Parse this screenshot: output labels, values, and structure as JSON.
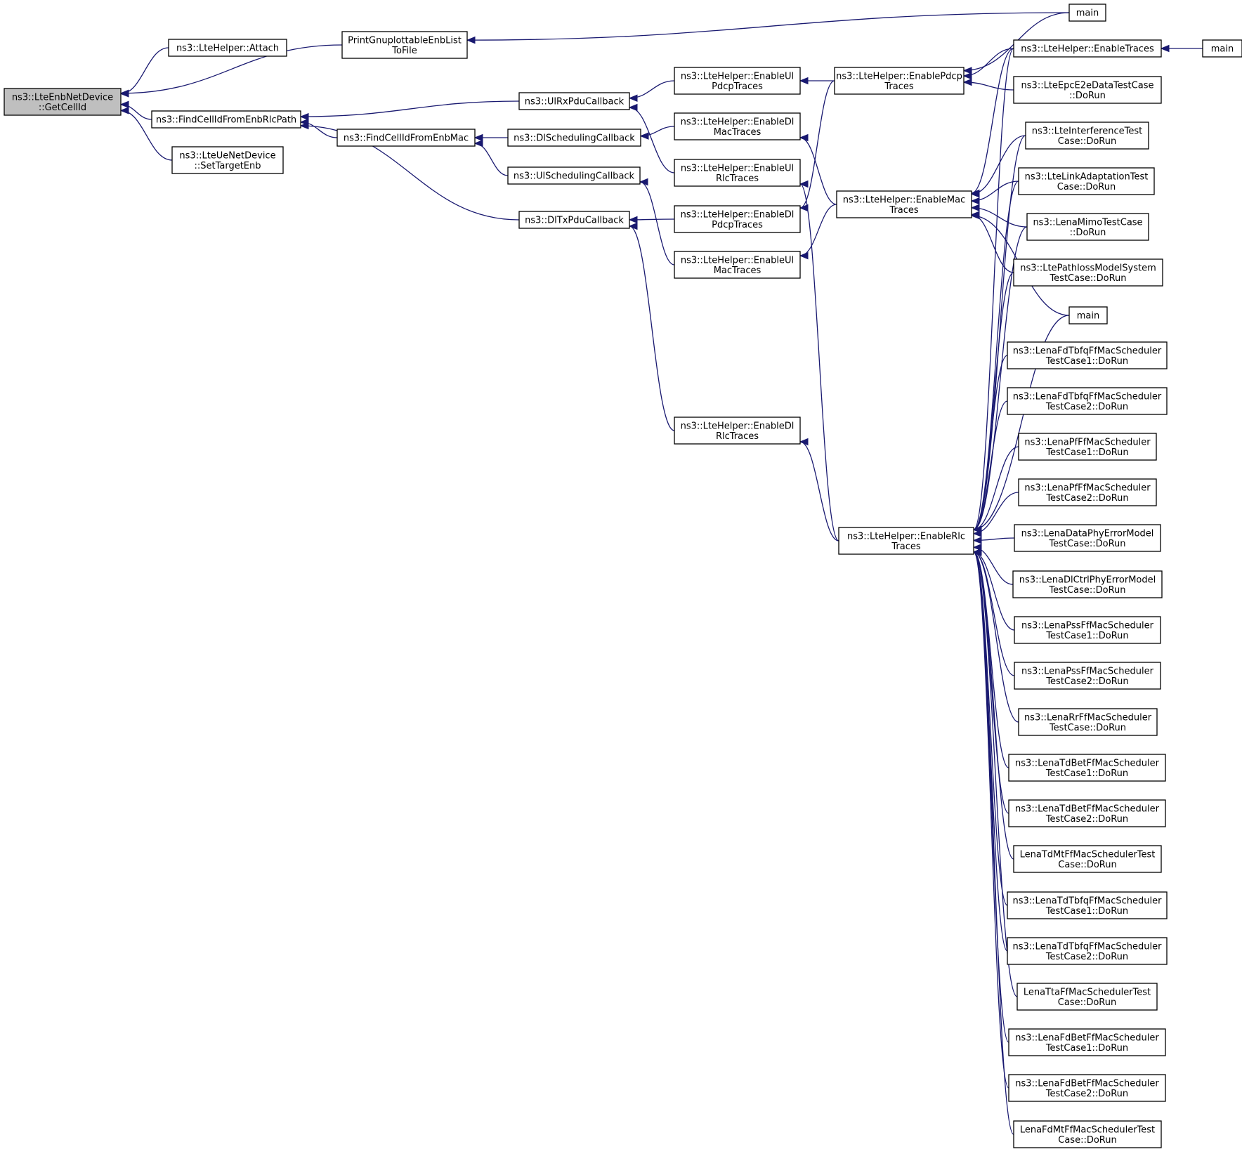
{
  "colors": {
    "edge": "#191970",
    "root_fill": "#bfbfbf",
    "node_fill": "#ffffff",
    "border": "#000000"
  },
  "nodes": [
    {
      "id": "getcellid",
      "lines": [
        "ns3::LteEnbNetDevice",
        "::GetCellId"
      ],
      "root": true
    },
    {
      "id": "attach",
      "lines": [
        "ns3::LteHelper::Attach"
      ]
    },
    {
      "id": "printgnu",
      "lines": [
        "PrintGnuplottableEnbList",
        "ToFile"
      ]
    },
    {
      "id": "findrlc",
      "lines": [
        "ns3::FindCellIdFromEnbRlcPath"
      ]
    },
    {
      "id": "settarget",
      "lines": [
        "ns3::LteUeNetDevice",
        "::SetTargetEnb"
      ]
    },
    {
      "id": "findmac",
      "lines": [
        "ns3::FindCellIdFromEnbMac"
      ]
    },
    {
      "id": "ulrx",
      "lines": [
        "ns3::UlRxPduCallback"
      ]
    },
    {
      "id": "dlsched",
      "lines": [
        "ns3::DlSchedulingCallback"
      ]
    },
    {
      "id": "ulsched",
      "lines": [
        "ns3::UlSchedulingCallback"
      ]
    },
    {
      "id": "dltx",
      "lines": [
        "ns3::DlTxPduCallback"
      ]
    },
    {
      "id": "enulpdcp",
      "lines": [
        "ns3::LteHelper::EnableUl",
        "PdcpTraces"
      ]
    },
    {
      "id": "endlmac",
      "lines": [
        "ns3::LteHelper::EnableDl",
        "MacTraces"
      ]
    },
    {
      "id": "enulrlc",
      "lines": [
        "ns3::LteHelper::EnableUl",
        "RlcTraces"
      ]
    },
    {
      "id": "endlpdcp",
      "lines": [
        "ns3::LteHelper::EnableDl",
        "PdcpTraces"
      ]
    },
    {
      "id": "enulmac",
      "lines": [
        "ns3::LteHelper::EnableUl",
        "MacTraces"
      ]
    },
    {
      "id": "endlrlc",
      "lines": [
        "ns3::LteHelper::EnableDl",
        "RlcTraces"
      ]
    },
    {
      "id": "enpdcp",
      "lines": [
        "ns3::LteHelper::EnablePdcp",
        "Traces"
      ]
    },
    {
      "id": "enmac",
      "lines": [
        "ns3::LteHelper::EnableMac",
        "Traces"
      ]
    },
    {
      "id": "enrlc",
      "lines": [
        "ns3::LteHelper::EnableRlc",
        "Traces"
      ]
    },
    {
      "id": "main1",
      "lines": [
        "main"
      ]
    },
    {
      "id": "entraces",
      "lines": [
        "ns3::LteHelper::EnableTraces"
      ]
    },
    {
      "id": "main2",
      "lines": [
        "main"
      ]
    },
    {
      "id": "epce2e",
      "lines": [
        "ns3::LteEpcE2eDataTestCase",
        "::DoRun"
      ]
    },
    {
      "id": "interf",
      "lines": [
        "ns3::LteInterferenceTest",
        "Case::DoRun"
      ]
    },
    {
      "id": "linkadapt",
      "lines": [
        "ns3::LteLinkAdaptationTest",
        "Case::DoRun"
      ]
    },
    {
      "id": "mimo",
      "lines": [
        "ns3::LenaMimoTestCase",
        "::DoRun"
      ]
    },
    {
      "id": "pathloss",
      "lines": [
        "ns3::LtePathlossModelSystem",
        "TestCase::DoRun"
      ]
    },
    {
      "id": "main3",
      "lines": [
        "main"
      ]
    },
    {
      "id": "fdtbfq1",
      "lines": [
        "ns3::LenaFdTbfqFfMacScheduler",
        "TestCase1::DoRun"
      ]
    },
    {
      "id": "fdtbfq2",
      "lines": [
        "ns3::LenaFdTbfqFfMacScheduler",
        "TestCase2::DoRun"
      ]
    },
    {
      "id": "pf1",
      "lines": [
        "ns3::LenaPfFfMacScheduler",
        "TestCase1::DoRun"
      ]
    },
    {
      "id": "pf2",
      "lines": [
        "ns3::LenaPfFfMacScheduler",
        "TestCase2::DoRun"
      ]
    },
    {
      "id": "dataphy",
      "lines": [
        "ns3::LenaDataPhyErrorModel",
        "TestCase::DoRun"
      ]
    },
    {
      "id": "dlctrl",
      "lines": [
        "ns3::LenaDlCtrlPhyErrorModel",
        "TestCase::DoRun"
      ]
    },
    {
      "id": "pss1",
      "lines": [
        "ns3::LenaPssFfMacScheduler",
        "TestCase1::DoRun"
      ]
    },
    {
      "id": "pss2",
      "lines": [
        "ns3::LenaPssFfMacScheduler",
        "TestCase2::DoRun"
      ]
    },
    {
      "id": "rr",
      "lines": [
        "ns3::LenaRrFfMacScheduler",
        "TestCase::DoRun"
      ]
    },
    {
      "id": "tdbet1",
      "lines": [
        "ns3::LenaTdBetFfMacScheduler",
        "TestCase1::DoRun"
      ]
    },
    {
      "id": "tdbet2",
      "lines": [
        "ns3::LenaTdBetFfMacScheduler",
        "TestCase2::DoRun"
      ]
    },
    {
      "id": "tdmt",
      "lines": [
        "LenaTdMtFfMacSchedulerTest",
        "Case::DoRun"
      ]
    },
    {
      "id": "tdtbfq1",
      "lines": [
        "ns3::LenaTdTbfqFfMacScheduler",
        "TestCase1::DoRun"
      ]
    },
    {
      "id": "tdtbfq2",
      "lines": [
        "ns3::LenaTdTbfqFfMacScheduler",
        "TestCase2::DoRun"
      ]
    },
    {
      "id": "tta",
      "lines": [
        "LenaTtaFfMacSchedulerTest",
        "Case::DoRun"
      ]
    },
    {
      "id": "fdbet1",
      "lines": [
        "ns3::LenaFdBetFfMacScheduler",
        "TestCase1::DoRun"
      ]
    },
    {
      "id": "fdbet2",
      "lines": [
        "ns3::LenaFdBetFfMacScheduler",
        "TestCase2::DoRun"
      ]
    },
    {
      "id": "fdmt",
      "lines": [
        "LenaFdMtFfMacSchedulerTest",
        "Case::DoRun"
      ]
    }
  ],
  "edges": [
    [
      "getcellid",
      "attach"
    ],
    [
      "getcellid",
      "printgnu"
    ],
    [
      "getcellid",
      "findrlc"
    ],
    [
      "getcellid",
      "settarget"
    ],
    [
      "printgnu",
      "main1"
    ],
    [
      "findrlc",
      "ulrx"
    ],
    [
      "findrlc",
      "findmac"
    ],
    [
      "findrlc",
      "dltx"
    ],
    [
      "findmac",
      "dlsched"
    ],
    [
      "findmac",
      "ulsched"
    ],
    [
      "ulrx",
      "enulpdcp"
    ],
    [
      "ulrx",
      "enulrlc"
    ],
    [
      "dlsched",
      "endlmac"
    ],
    [
      "ulsched",
      "enulmac"
    ],
    [
      "dltx",
      "endlpdcp"
    ],
    [
      "dltx",
      "endlrlc"
    ],
    [
      "enulpdcp",
      "enpdcp"
    ],
    [
      "endlpdcp",
      "enpdcp"
    ],
    [
      "endlmac",
      "enmac"
    ],
    [
      "enulmac",
      "enmac"
    ],
    [
      "enulrlc",
      "enrlc"
    ],
    [
      "endlrlc",
      "enrlc"
    ],
    [
      "enpdcp",
      "main1"
    ],
    [
      "enpdcp",
      "entraces"
    ],
    [
      "enpdcp",
      "epce2e"
    ],
    [
      "enmac",
      "entraces"
    ],
    [
      "enmac",
      "interf"
    ],
    [
      "enmac",
      "linkadapt"
    ],
    [
      "enmac",
      "mimo"
    ],
    [
      "enmac",
      "pathloss"
    ],
    [
      "enmac",
      "main3"
    ],
    [
      "entraces",
      "main2"
    ],
    [
      "enrlc",
      "entraces"
    ],
    [
      "enrlc",
      "interf"
    ],
    [
      "enrlc",
      "linkadapt"
    ],
    [
      "enrlc",
      "mimo"
    ],
    [
      "enrlc",
      "pathloss"
    ],
    [
      "enrlc",
      "main3"
    ],
    [
      "enrlc",
      "fdtbfq1"
    ],
    [
      "enrlc",
      "fdtbfq2"
    ],
    [
      "enrlc",
      "pf1"
    ],
    [
      "enrlc",
      "pf2"
    ],
    [
      "enrlc",
      "dataphy"
    ],
    [
      "enrlc",
      "dlctrl"
    ],
    [
      "enrlc",
      "pss1"
    ],
    [
      "enrlc",
      "pss2"
    ],
    [
      "enrlc",
      "rr"
    ],
    [
      "enrlc",
      "tdbet1"
    ],
    [
      "enrlc",
      "tdbet2"
    ],
    [
      "enrlc",
      "tdmt"
    ],
    [
      "enrlc",
      "tdtbfq1"
    ],
    [
      "enrlc",
      "tdtbfq2"
    ],
    [
      "enrlc",
      "tta"
    ],
    [
      "enrlc",
      "fdbet1"
    ],
    [
      "enrlc",
      "fdbet2"
    ],
    [
      "enrlc",
      "fdmt"
    ]
  ]
}
